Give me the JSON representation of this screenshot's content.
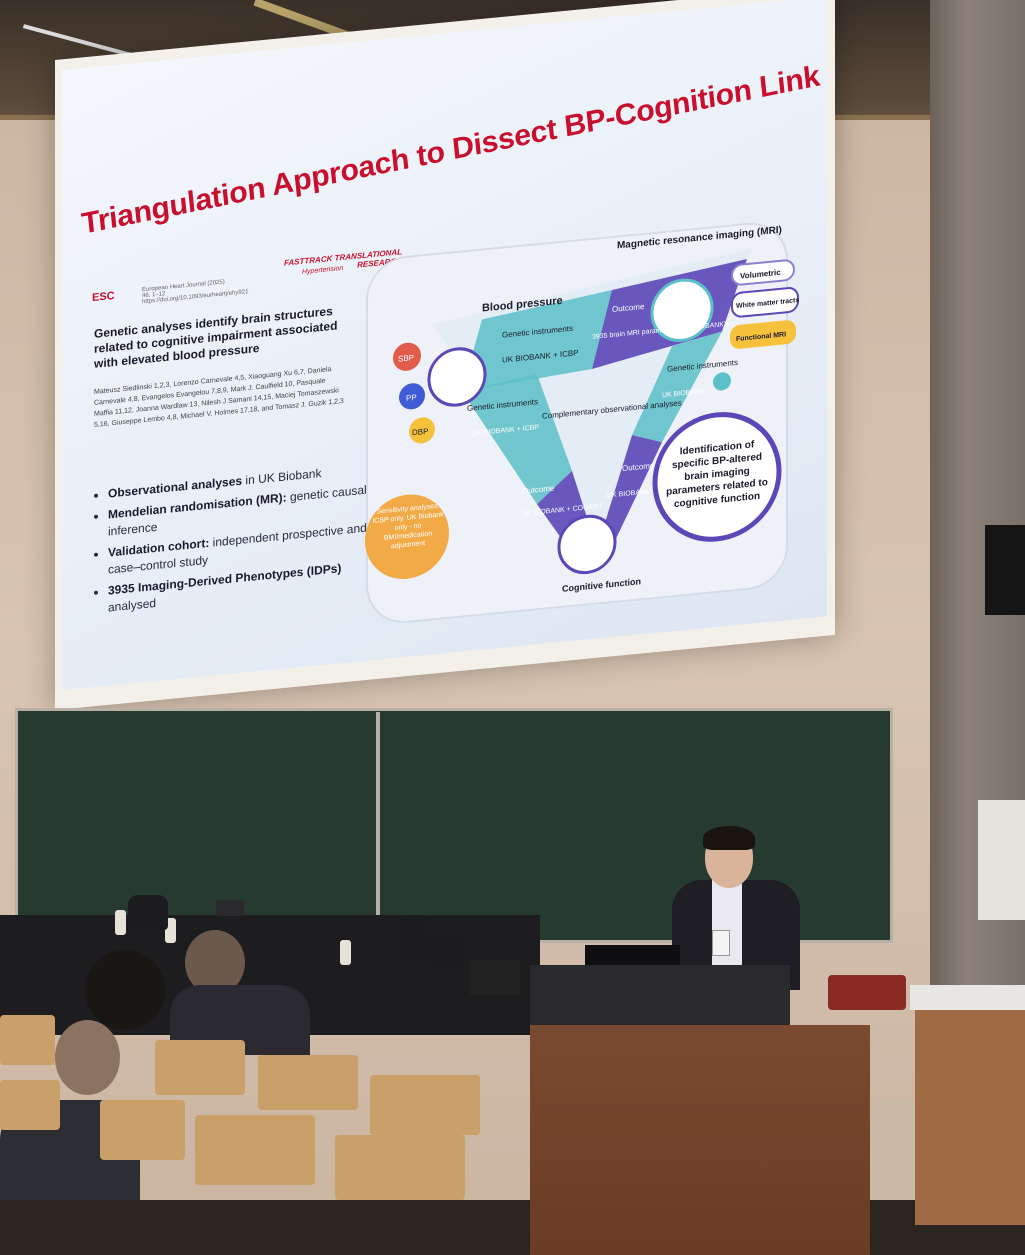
{
  "slide": {
    "title": "Triangulation Approach to Dissect BP-Cognition Link",
    "paper": {
      "logo": "ESC",
      "journal_line": "European Heart Journal (2025) 46, 1–12 https://doi.org/10.1093/eurheartj/ehy921",
      "track": "FASTTRACK TRANSLATIONAL RESEARCH",
      "track_sub": "Hypertension",
      "title": "Genetic analyses identify brain structures related to cognitive impairment associated with elevated blood pressure",
      "authors": "Mateusz Siedlinski 1,2,3, Lorenzo Carnevale 4,5, Xiaoguang Xu 6,7, Daniela Carnevale 4,8, Evangelos Evangelou 7,8,9, Mark J. Caulfield 10, Pasquale Maffia 11,12, Joanna Wardlaw 13, Nilesh J Samani 14,15, Maciej Tomaszewski 5,16, Giuseppe Lembo 4,8, Michael V. Holmes 17,18, and Tomasz J. Guzik 1,2,3"
    },
    "bullets": [
      {
        "bold": "Observational analyses",
        "rest": " in UK Biobank"
      },
      {
        "bold": "Mendelian randomisation (MR):",
        "rest": " genetic causal inference"
      },
      {
        "bold": "Validation cohort:",
        "rest": " independent prospective and case–control study"
      },
      {
        "bold": "3935 Imaging-Derived Phenotypes (IDPs)",
        "rest": " analysed"
      }
    ],
    "diagram": {
      "bp_label": "Blood pressure",
      "mri_label": "Magnetic resonance imaging (MRI)",
      "sbp": "SBP",
      "pp": "PP",
      "dbp": "DBP",
      "genetic_top": "Genetic instruments",
      "genetic_top_src": "UK BIOBANK + ICBP",
      "outcome_top": "Outcome",
      "outcome_top_text": "3935 brain MRI parameters (UK BIOBANK)",
      "genetic_left": "Genetic instruments",
      "genetic_left_src": "UK BIOBANK + ICBP",
      "genetic_right": "Genetic instruments",
      "genetic_right_src": "UK BIOBANK",
      "center": "Complementary observational analyses",
      "outcome_left": "Outcome",
      "outcome_left_src": "UK BIOBANK + COGENT",
      "outcome_right": "Outcome",
      "outcome_right_src": "UK BIOBANK + COGENT",
      "cognitive": "Cognitive function",
      "volumetric": "Volumetric",
      "white_matter": "White matter tracts",
      "functional": "Functional MRI",
      "sensitivity": "Sensitivity analyses: ICBP only, UK Biobank only - no BMI/medication adjustment",
      "identification": "Identification of specific BP-altered brain imaging parameters related to cognitive function"
    }
  },
  "colors": {
    "title_red": "#c8102e",
    "teal": "#5cc0c8",
    "purple": "#5b47b8",
    "orange": "#f0a53c"
  }
}
